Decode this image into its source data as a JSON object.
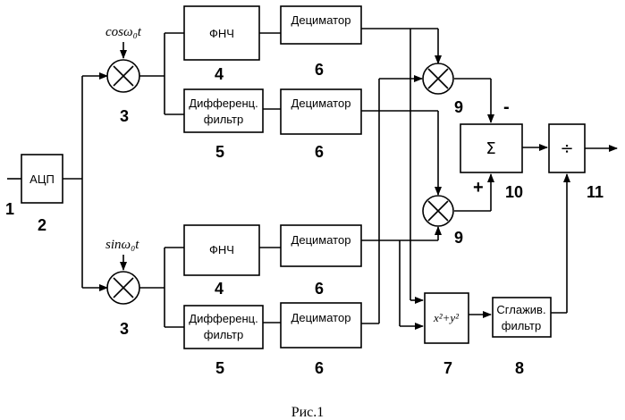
{
  "blocks": {
    "adc": "АЦП",
    "lpf": "ФНЧ",
    "decimator": "Дециматор",
    "diff_filter_line1": "Дифференц.",
    "diff_filter_line2": "фильтр",
    "sum_symbol": "Σ",
    "divide_symbol": "÷",
    "square_sum": "x²+y²",
    "smooth_filter_line1": "Сглажив.",
    "smooth_filter_line2": "фильтр"
  },
  "oscillator": {
    "cos": "cosω₀t",
    "sin": "sinω₀t"
  },
  "numbers": {
    "n1": "1",
    "n2": "2",
    "n3": "3",
    "n4": "4",
    "n5": "5",
    "n6": "6",
    "n7": "7",
    "n8": "8",
    "n9": "9",
    "n10": "10",
    "n11": "11"
  },
  "signs": {
    "minus": "-",
    "plus": "+"
  },
  "caption": "Рис.1"
}
